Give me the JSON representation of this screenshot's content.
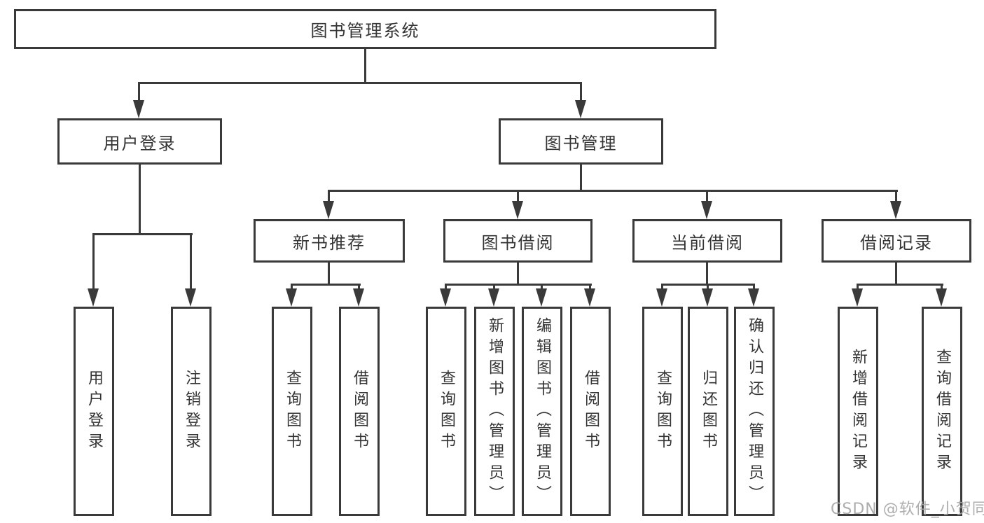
{
  "diagram": {
    "root": {
      "label": "图书管理系统"
    },
    "branches": [
      {
        "label": "用户登录",
        "children": [
          {
            "label": "用户登录"
          },
          {
            "label": "注销登录"
          }
        ]
      },
      {
        "label": "图书管理",
        "children": [
          {
            "label": "新书推荐",
            "children": [
              {
                "label": "查询图书"
              },
              {
                "label": "借阅图书"
              }
            ]
          },
          {
            "label": "图书借阅",
            "children": [
              {
                "label": "查询图书"
              },
              {
                "label": "新增图书（管理员）"
              },
              {
                "label": "编辑图书（管理员）"
              },
              {
                "label": "借阅图书"
              }
            ]
          },
          {
            "label": "当前借阅",
            "children": [
              {
                "label": "查询图书"
              },
              {
                "label": "归还图书"
              },
              {
                "label": "确认归还（管理员）"
              }
            ]
          },
          {
            "label": "借阅记录",
            "children": [
              {
                "label": "新增借阅记录"
              },
              {
                "label": "查询借阅记录"
              }
            ]
          }
        ]
      }
    ]
  },
  "watermark": {
    "text": "CSDN @软件_小贺同学"
  },
  "colors": {
    "line": "#3a3a3a",
    "box_bg": "#ffffff",
    "text": "#343434",
    "watermark": "#a5a5a5"
  }
}
